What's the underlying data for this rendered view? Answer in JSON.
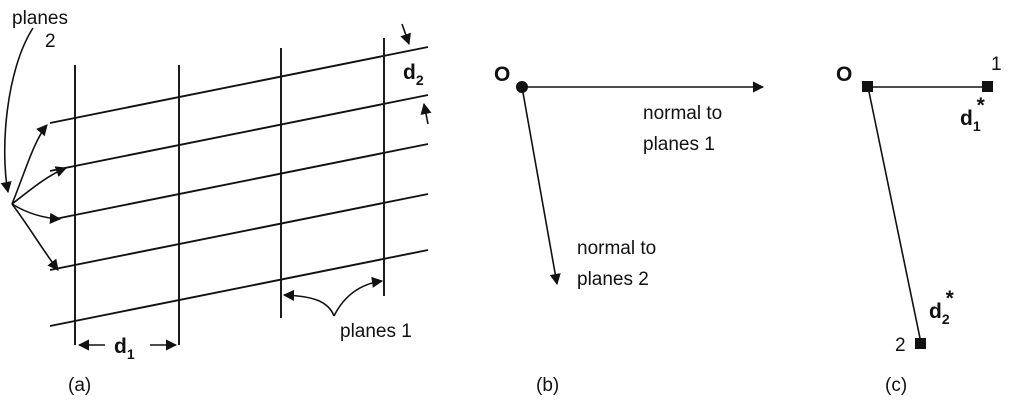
{
  "panel_a": {
    "planes2_word": "planes",
    "planes2_number": "2",
    "d2_main": "d",
    "d2_sub": "2",
    "d1_main": "d",
    "d1_sub": "1",
    "planes1_label": "planes 1",
    "caption": "(a)"
  },
  "panel_b": {
    "origin": "O",
    "normal1_line1": "normal to",
    "normal1_line2": "planes 1",
    "normal2_line1": "normal to",
    "normal2_line2": "planes 2",
    "caption": "(b)"
  },
  "panel_c": {
    "origin": "O",
    "point1": "1",
    "point2": "2",
    "d1star_main": "d",
    "d1star_sub": "1",
    "d2star_main": "d",
    "d2star_sub": "2",
    "star": "*",
    "caption": "(c)"
  }
}
